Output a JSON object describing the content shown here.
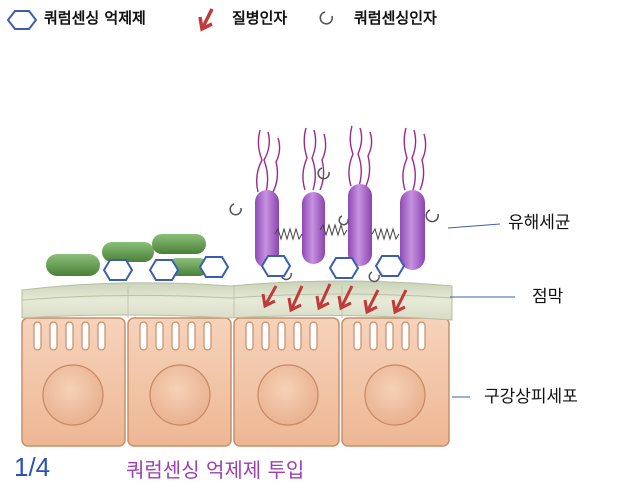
{
  "legend": {
    "inhibitor_label": "쿼럼센싱 억제제",
    "disease_factor_label": "질병인자",
    "qs_factor_label": "쿼럼센싱인자"
  },
  "labels": {
    "harmful_bacteria": "유해세균",
    "mucosa": "점막",
    "oral_epithelial_cells": "구강상피세포"
  },
  "page_indicator": "1/4",
  "caption": "쿼럼센싱 억제제 투입",
  "colors": {
    "inhibitor_outline": "#3a5fb0",
    "disease_arrow": "#c23a3a",
    "pathogen_body": "#a463c7",
    "flagella": "#9a2a8a",
    "commensal_bacteria": "#5e9a4a",
    "mucosa": "#cfd8c0",
    "epithelium": "#f2c3a2",
    "page_indicator": "#2a52be",
    "caption": "#9b3fb1"
  },
  "icons": [
    "hexagon-icon",
    "red-arrow-icon",
    "qs-signal-icon"
  ]
}
